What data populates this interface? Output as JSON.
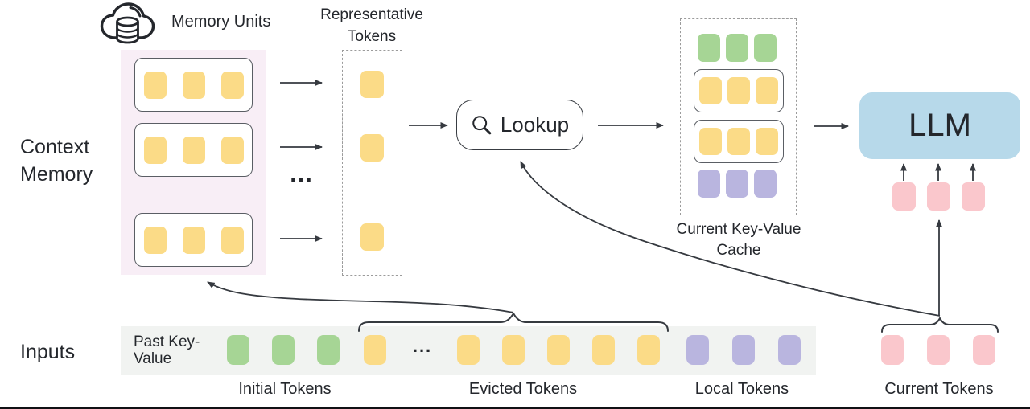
{
  "colors": {
    "token_yellow": "#FBDB87",
    "token_green": "#A6D595",
    "token_purple": "#B9B5DF",
    "token_pink": "#FAC7CC",
    "llm_blue": "#B7D9EA",
    "memory_bg": "#F8EEF6",
    "strip_bg": "#F1F3F1",
    "line": "#363A40",
    "text": "#24272C"
  },
  "context_memory": {
    "section_label": "Context Memory",
    "memory_units_label": "Memory Units",
    "unit_row": {
      "color": "yellow",
      "count": 3
    },
    "ellipsis": "..."
  },
  "representative": {
    "label": "Representative Tokens",
    "single": {
      "color": "yellow",
      "count": 1
    },
    "ellipsis": "..."
  },
  "flow_ellipsis": "...",
  "lookup": {
    "label": "Lookup"
  },
  "cache": {
    "label": "Current Key-Value Cache",
    "rows": [
      {
        "color": "green",
        "count": 3,
        "boxed": false
      },
      {
        "color": "yellow",
        "count": 3,
        "boxed": true
      },
      {
        "color": "yellow",
        "count": 3,
        "boxed": true
      },
      {
        "color": "purple",
        "count": 3,
        "boxed": false
      }
    ]
  },
  "llm": {
    "label": "LLM",
    "input_tokens": {
      "color": "pink",
      "count": 3
    }
  },
  "inputs": {
    "section_label": "Inputs",
    "strip_label": "Past Key-Value",
    "ellipsis": "...",
    "initial": {
      "label": "Initial Tokens",
      "color": "green",
      "count": 3
    },
    "evicted": {
      "label": "Evicted Tokens"
    },
    "evicted_before": {
      "color": "yellow",
      "count": 1
    },
    "evicted_after": {
      "color": "yellow",
      "count": 5
    },
    "local": {
      "label": "Local Tokens",
      "color": "purple",
      "count": 3
    },
    "current": {
      "label": "Current Tokens",
      "color": "pink",
      "count": 3
    }
  }
}
